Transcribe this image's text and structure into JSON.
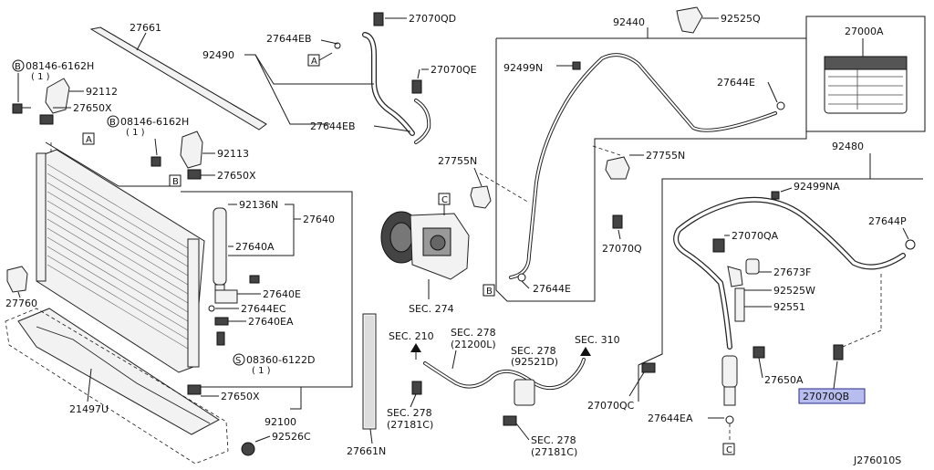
{
  "diagram": {
    "id": "J276010S",
    "labels": {
      "p27661": "27661",
      "p27070qd": "27070QD",
      "p92525q": "92525Q",
      "p92440": "92440",
      "p27644eb_top": "27644EB",
      "p92490": "92490",
      "p27070qe": "27070QE",
      "p92499n": "92499N",
      "p27644e_top": "27644E",
      "p27000a": "27000A",
      "p08146_1": "08146-6162H",
      "p08146_1q": "( 1 )",
      "p92112": "92112",
      "p27650x_1": "27650X",
      "p08146_2": "08146-6162H",
      "p08146_2q": "( 1 )",
      "p27644eb_mid": "27644EB",
      "p92113": "92113",
      "p27650x_2": "27650X",
      "p27755n_l": "27755N",
      "p27755n_r": "27755N",
      "p92480": "92480",
      "p92499na": "92499NA",
      "p92136n": "92136N",
      "p27640": "27640",
      "p27640a": "27640A",
      "p27644p": "27644P",
      "p27070q": "27070Q",
      "p27070qa": "27070QA",
      "p27760": "27760",
      "p27640e": "27640E",
      "p27673f": "27673F",
      "p27644e_mid": "27644E",
      "p92525w": "92525W",
      "p27644ec": "27644EC",
      "p27640ea": "27640EA",
      "p92551": "92551",
      "p_sec274": "SEC. 274",
      "p_sec210": "SEC. 210",
      "p_sec278a": "SEC. 278",
      "p_21200l": "(21200L)",
      "p_sec310": "SEC. 310",
      "p_sec278b": "SEC. 278",
      "p_92521d": "(92521D)",
      "p08360": "08360-6122D",
      "p08360q": "( 1 )",
      "p21497u": "21497U",
      "p27650x_3": "27650X",
      "p27650a": "27650A",
      "p27070qb": "27070QB",
      "p27070qc": "27070QC",
      "p_sec278c": "SEC. 278",
      "p_27181c_a": "(27181C)",
      "p92100": "92100",
      "p27644ea": "27644EA",
      "p92526c": "92526C",
      "p27661n": "27661N",
      "p_sec278d": "SEC. 278",
      "p_27181c_b": "(27181C)",
      "ref_a1": "A",
      "ref_a2": "A",
      "ref_b1": "B",
      "ref_b2": "B",
      "ref_c1": "C",
      "ref_c2": "C",
      "bolt_b1": "B",
      "bolt_b2": "B",
      "bolt_s": "S"
    },
    "highlighted_part": "27070QB",
    "highlight_color": "#b8bdf0"
  }
}
